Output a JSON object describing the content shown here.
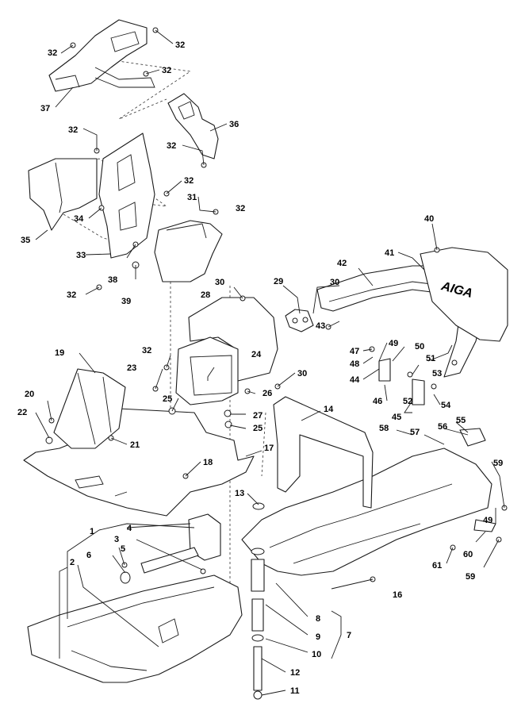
{
  "callouts": {
    "c1": "1",
    "c2": "2",
    "c3": "3",
    "c4": "4",
    "c5": "5",
    "c6": "6",
    "c7": "7",
    "c8": "8",
    "c9": "9",
    "c10": "10",
    "c11": "11",
    "c12": "12",
    "c13": "13",
    "c14": "14",
    "c16": "16",
    "c17": "17",
    "c18": "18",
    "c19": "19",
    "c20": "20",
    "c21": "21",
    "c22": "22",
    "c23": "23",
    "c24": "24",
    "c25": "25",
    "c26": "26",
    "c27": "27",
    "c28": "28",
    "c29": "29",
    "c30": "30",
    "c31": "31",
    "c32": "32",
    "c33": "33",
    "c34": "34",
    "c35": "35",
    "c36": "36",
    "c37": "37",
    "c38": "38",
    "c39": "39",
    "c40": "40",
    "c41": "41",
    "c42": "42",
    "c43": "43",
    "c44": "44",
    "c45": "45",
    "c46": "46",
    "c47": "47",
    "c48": "48",
    "c49": "49",
    "c50": "50",
    "c51": "51",
    "c52": "52",
    "c53": "53",
    "c54": "54",
    "c55": "55",
    "c56": "56",
    "c57": "57",
    "c58": "58",
    "c59": "59",
    "c60": "60",
    "c61": "61"
  },
  "logo_text": "AIGA"
}
